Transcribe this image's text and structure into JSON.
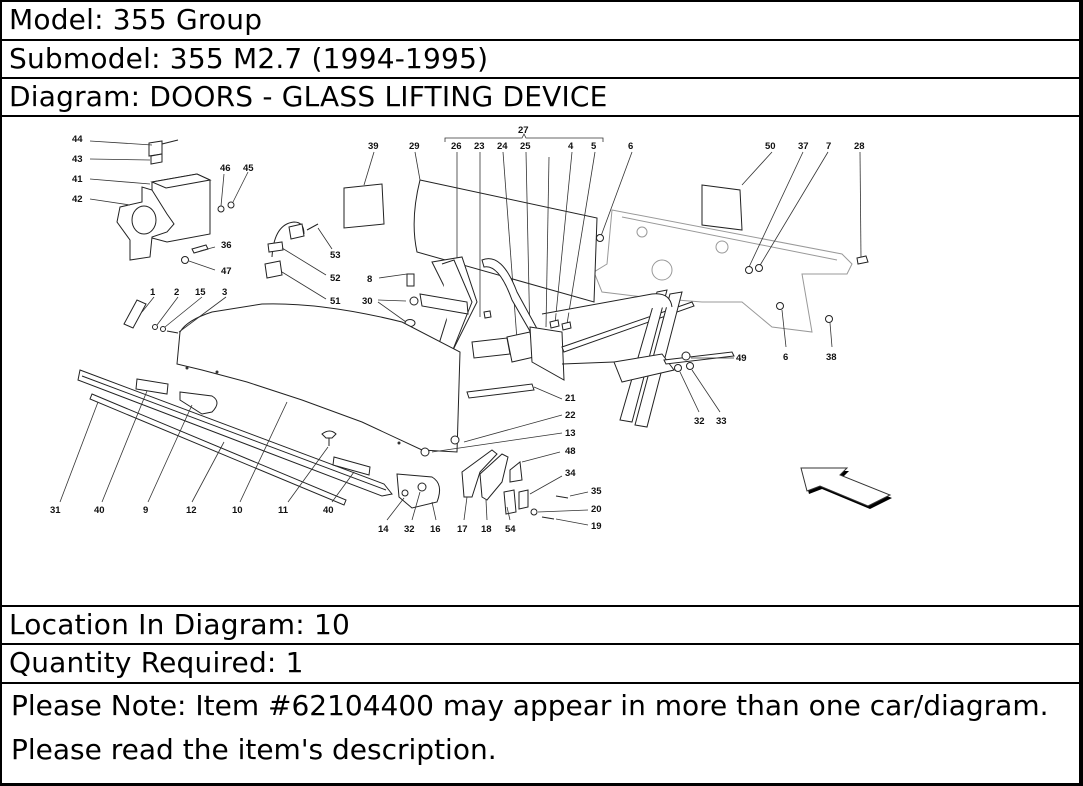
{
  "header": {
    "model": "Model: 355 Group",
    "submodel": "Submodel: 355 M2.7 (1994-1995)",
    "diagram": "Diagram: DOORS - GLASS LIFTING DEVICE"
  },
  "diagram": {
    "labels": {
      "l44": "44",
      "l43": "43",
      "l41": "41",
      "l42": "42",
      "l46": "46",
      "l45": "45",
      "l36": "36",
      "l47": "47",
      "l53": "53",
      "l52": "52",
      "l51": "51",
      "l8": "8",
      "l30": "30",
      "l39": "39",
      "l29": "29",
      "l27": "27",
      "l26": "26",
      "l23": "23",
      "l24": "24",
      "l25": "25",
      "l4": "4",
      "l5": "5",
      "l6a": "6",
      "l50": "50",
      "l37": "37",
      "l7": "7",
      "l28": "28",
      "l6b": "6",
      "l38": "38",
      "l49": "49",
      "l32a": "32",
      "l33": "33",
      "l1": "1",
      "l2": "2",
      "l15": "15",
      "l3": "3",
      "l21": "21",
      "l22": "22",
      "l13": "13",
      "l48": "48",
      "l34": "34",
      "l35": "35",
      "l20": "20",
      "l19": "19",
      "l31": "31",
      "l40a": "40",
      "l9": "9",
      "l12": "12",
      "l10": "10",
      "l11": "11",
      "l40b": "40",
      "l14": "14",
      "l32b": "32",
      "l16": "16",
      "l17": "17",
      "l18": "18",
      "l54": "54"
    },
    "arrow_icon": "direction-arrow-icon"
  },
  "details": {
    "location": "Location In Diagram: 10",
    "quantity": "Quantity Required: 1",
    "note": "Please Note: Item #62104400 may appear in more than one car/diagram. Please read the item's description."
  }
}
